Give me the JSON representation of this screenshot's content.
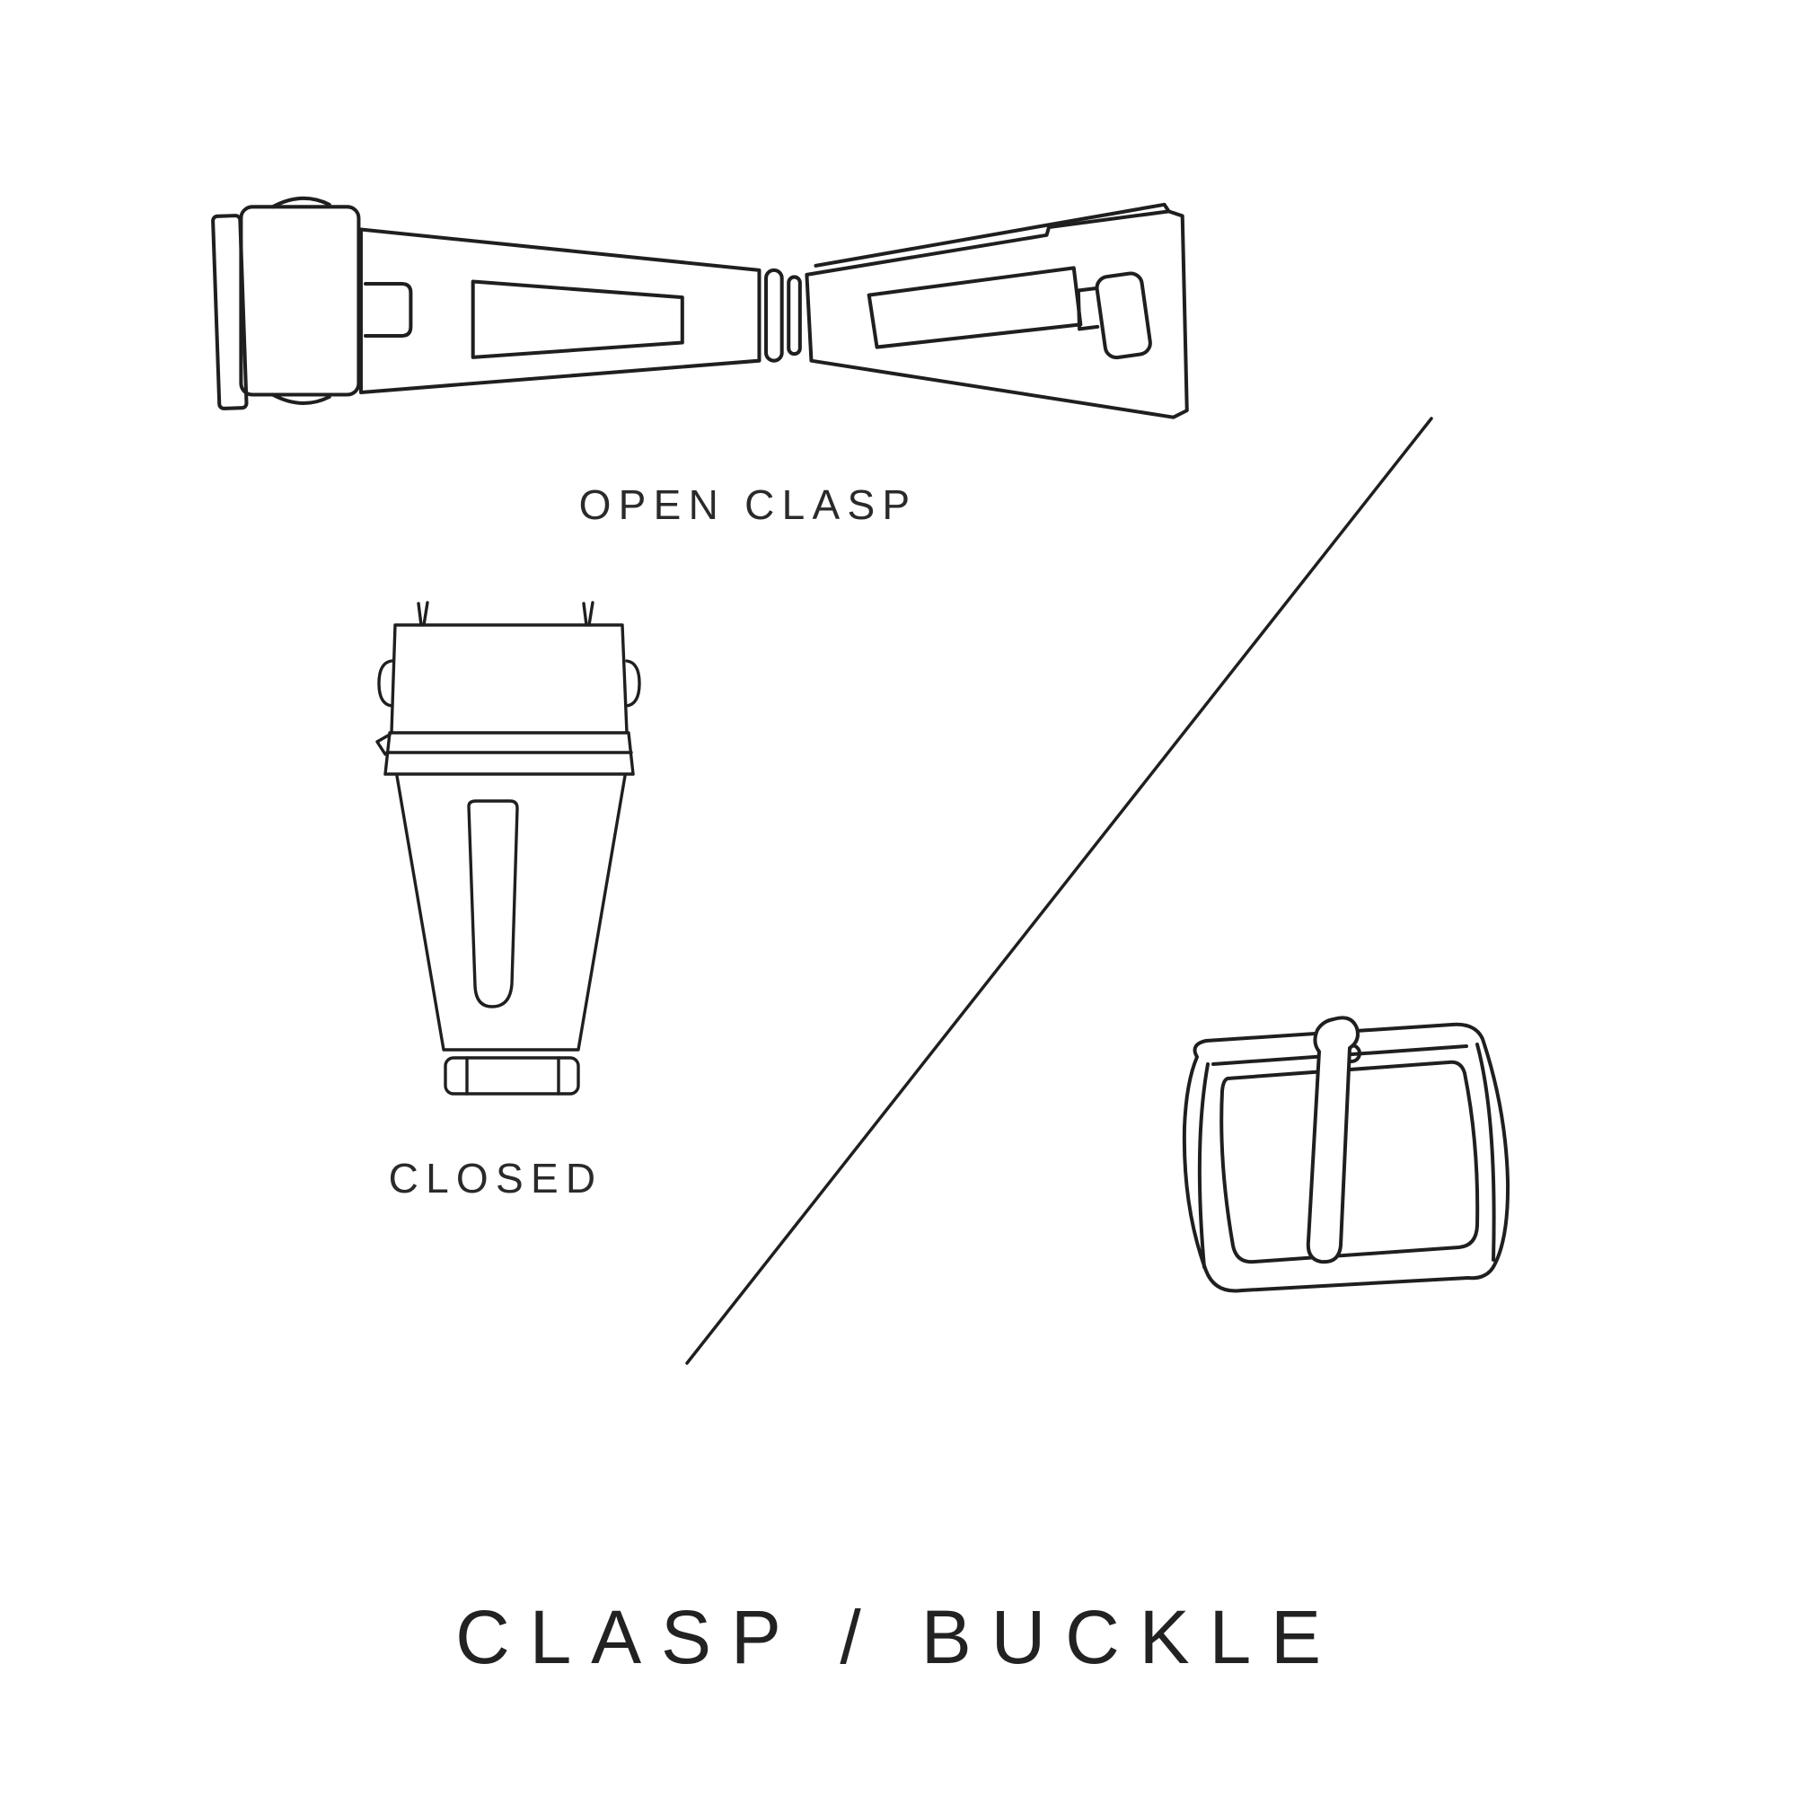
{
  "page": {
    "background_color": "#ffffff",
    "line_color": "#1f1f1f",
    "text_color": "#2a2a2a"
  },
  "labels": {
    "open_clasp": "OPEN CLASP",
    "closed": "CLOSED",
    "title": "CLASP / BUCKLE"
  },
  "illustrations": [
    {
      "name": "open-clasp-illustration",
      "caption": "OPEN CLASP",
      "description": "deployant watch clasp shown open, hinged at center"
    },
    {
      "name": "closed-clasp-illustration",
      "caption": "CLOSED",
      "description": "deployant watch clasp shown closed, top view"
    },
    {
      "name": "tang-buckle-illustration",
      "caption": "",
      "description": "tang buckle with prong, three-quarter view"
    }
  ]
}
